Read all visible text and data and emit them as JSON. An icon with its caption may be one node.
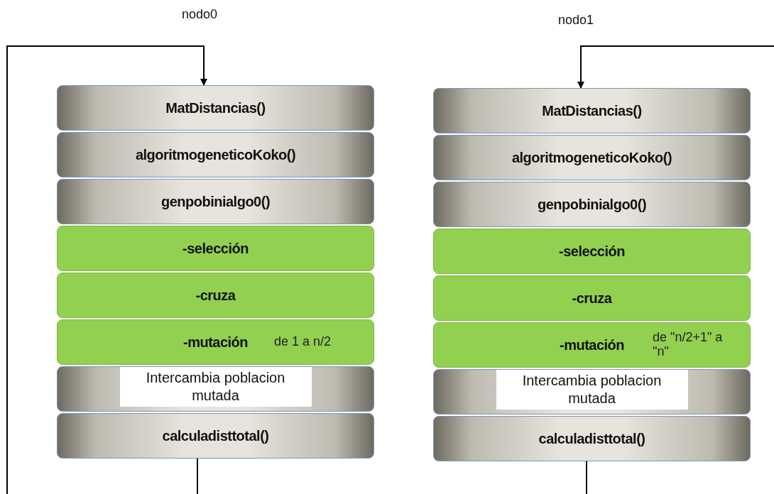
{
  "diagram": {
    "nodes": [
      {
        "text": [
          "MatDistancias()"
        ]
      },
      {
        "text": [
          "algoritmogeneticoKoko()"
        ]
      },
      {
        "text": [
          "genpobinialgo0()"
        ]
      },
      {
        "text": [
          "-selección"
        ]
      },
      {
        "text": [
          "-cruza"
        ]
      },
      {
        "text": [
          "-mutación",
          "de 1 a n/2"
        ]
      },
      {
        "text": [
          "Intercambia poblacion mutada"
        ]
      },
      {
        "text": [
          "calculadisttotal()"
        ]
      },
      {
        "text": [
          "MatDistancias()"
        ]
      },
      {
        "text": [
          "algoritmogeneticoKoko()"
        ]
      },
      {
        "text": [
          "genpobinialgo0()"
        ]
      },
      {
        "text": [
          "-selección"
        ]
      },
      {
        "text": [
          "-cruza"
        ]
      },
      {
        "text": [
          "-mutación",
          "de \"n/2+1\" a \"n\""
        ]
      },
      {
        "text": [
          "Intercambia poblacion mutada"
        ]
      },
      {
        "text": [
          "calculadisttotal()"
        ]
      }
    ],
    "edges": [
      {
        "from": null,
        "to": 0,
        "arrow": "to"
      },
      {
        "from": 7,
        "to": null,
        "arrow": "none"
      },
      {
        "from": null,
        "to": 8,
        "arrow": "to"
      },
      {
        "from": 15,
        "to": null,
        "arrow": "none"
      }
    ],
    "labels": [
      "nodo0",
      "nodo1"
    ]
  }
}
